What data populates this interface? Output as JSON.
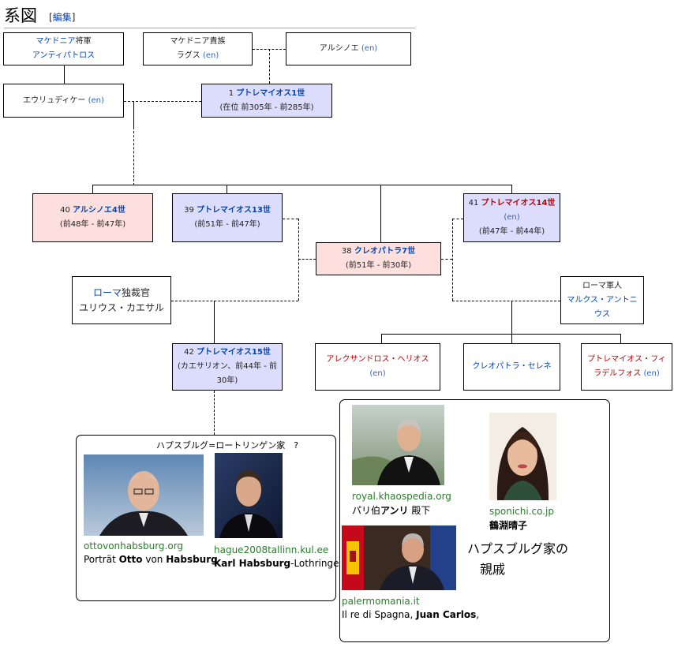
{
  "heading": {
    "title": "系図",
    "edit_open": "[",
    "edit_label": "編集",
    "edit_close": "]"
  },
  "nodes": {
    "antipatros": {
      "line1": "マケドニア",
      "line1b": "将軍",
      "line2": "アンティパトロス"
    },
    "lagos": {
      "line1": "マケドニア貴族",
      "name": "ラグス",
      "en": "(en)"
    },
    "arsinoe": {
      "name": "アルシノエ",
      "en": "(en)"
    },
    "eurydike": {
      "name": "エウリュディケー",
      "en": "(en)"
    },
    "ptolemy1": {
      "num": "1",
      "name": "プトレマイオス1世",
      "sub": "(在位 前305年 - 前285年)"
    },
    "arsinoe4": {
      "num": "40",
      "name": "アルシノエ4世",
      "sub": "(前48年 - 前47年)"
    },
    "ptolemy13": {
      "num": "39",
      "name": "プトレマイオス13世",
      "sub": "(前51年 - 前47年)"
    },
    "cleopatra7": {
      "num": "38",
      "name": "クレオパトラ7世",
      "sub": "(前51年 - 前30年)"
    },
    "ptolemy14": {
      "num": "41",
      "name": "プトレマイオス14世",
      "en": "(en)",
      "sub": "(前47年 - 前44年)"
    },
    "caesar": {
      "line1a": "ローマ",
      "line1b": "独裁官",
      "line2": "ユリウス・カエサル"
    },
    "antony": {
      "line1": "ローマ軍人",
      "line2": "マルクス・アントニウス"
    },
    "ptolemy15": {
      "num": "42",
      "name": "プトレマイオス15世",
      "sub": "(カエサリオン、前44年 - 前30年)"
    },
    "alexander": {
      "name": "アレクサンドロス・ヘリオス",
      "en": "(en)"
    },
    "selene": {
      "name": "クレオパトラ・セレネ"
    },
    "philadelphus": {
      "name": "プトレマイオス・フィラデルフォス",
      "en": "(en)"
    }
  },
  "panel_left": {
    "title": "ハプスブルグ=ロートリンゲン家　?",
    "items": [
      {
        "source": "ottovonhabsburg.org",
        "caption_pre": "Porträt ",
        "caption_b1": "Otto",
        "caption_mid": " von ",
        "caption_b2": "Habsburg"
      },
      {
        "source": "hague2008tallinn.kul.ee",
        "caption_b1": "Karl Habsburg",
        "caption_rest": "-Lothringen"
      }
    ]
  },
  "panel_right": {
    "note_line1": "ハプスブルグ家の",
    "note_line2": "親戚",
    "items": [
      {
        "source": "royal.khaospedia.org",
        "caption_pre": "パリ伯",
        "caption_b1": "アンリ",
        "caption_rest": " 殿下"
      },
      {
        "source": "sponichi.co.jp",
        "caption_b1": "鶴淵晴子"
      },
      {
        "source": "palermomania.it",
        "caption_pre": "Il re di Spagna, ",
        "caption_b1": "Juan Carlos",
        "caption_rest": ","
      }
    ]
  },
  "colors": {
    "ruler_box": "#dcdcfc",
    "female_ruler_box": "#fde0de",
    "link": "#0645ad",
    "redlink": "#ba0000",
    "source": "#2a7d2a"
  }
}
